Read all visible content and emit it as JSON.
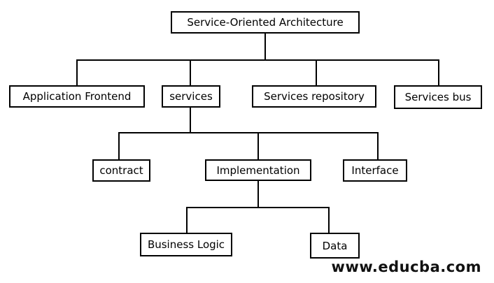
{
  "diagram": {
    "root": "Service-Oriented Architecture",
    "level1": [
      "Application Frontend",
      "services",
      "Services repository",
      "Services bus"
    ],
    "level2": [
      "contract",
      "Implementation",
      "Interface"
    ],
    "level3": [
      "Business Logic",
      "Data"
    ]
  },
  "watermark": "www.educba.com",
  "colors": {
    "line": "#000000",
    "box_border": "#000000",
    "background": "#ffffff"
  }
}
